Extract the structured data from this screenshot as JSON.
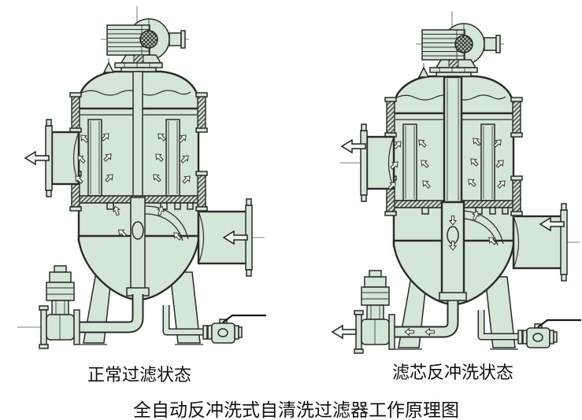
{
  "title": "全自动反冲洗式自清洗过滤器工作原理图",
  "diagrams": {
    "left": {
      "label": "正常过滤状态"
    },
    "right": {
      "label": "滤芯反冲洗状态"
    }
  },
  "colors": {
    "vessel_fill": "#d4e7d6",
    "line": "#2a2a2a",
    "background": "#ffffff",
    "text": "#111111"
  }
}
